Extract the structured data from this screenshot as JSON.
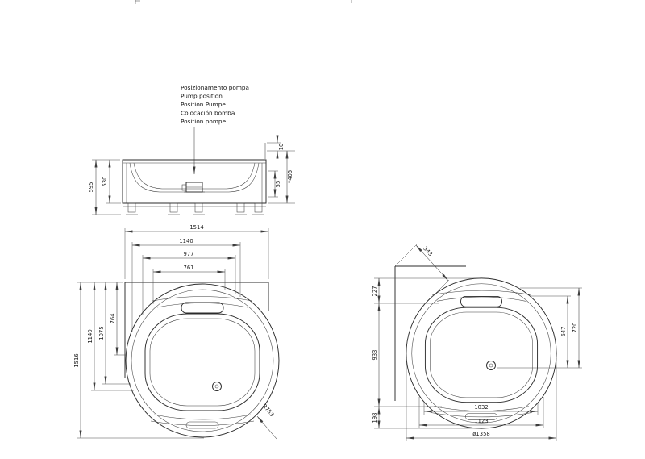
{
  "pump_note": {
    "lines": [
      "Posizionamento pompa",
      "Pump position",
      "Position Pumpe",
      "Colocación bomba",
      "Position pompe"
    ]
  },
  "side_view": {
    "dim_total_height": "595",
    "dim_tub_height": "530",
    "dim_rim_lip": "10",
    "dim_pump_gap": "55",
    "dim_pump_height": "*405"
  },
  "plan_view": {
    "dim_overall_width": "1514",
    "dim_width_1140": "1140",
    "dim_width_977": "977",
    "dim_width_761": "761",
    "dim_overall_depth": "1516",
    "dim_depth_1140": "1140",
    "dim_depth_1075": "1075",
    "dim_depth_764": "764",
    "dim_radius": "R753"
  },
  "corner_view": {
    "dim_diagonal": "343",
    "dim_top_227": "227",
    "dim_mid_933": "933",
    "dim_bottom_198": "198",
    "dim_drain_647": "647",
    "dim_drain_720": "720",
    "dim_width_1032": "1032",
    "dim_width_1123": "1123",
    "dim_diameter": "ø1358"
  }
}
